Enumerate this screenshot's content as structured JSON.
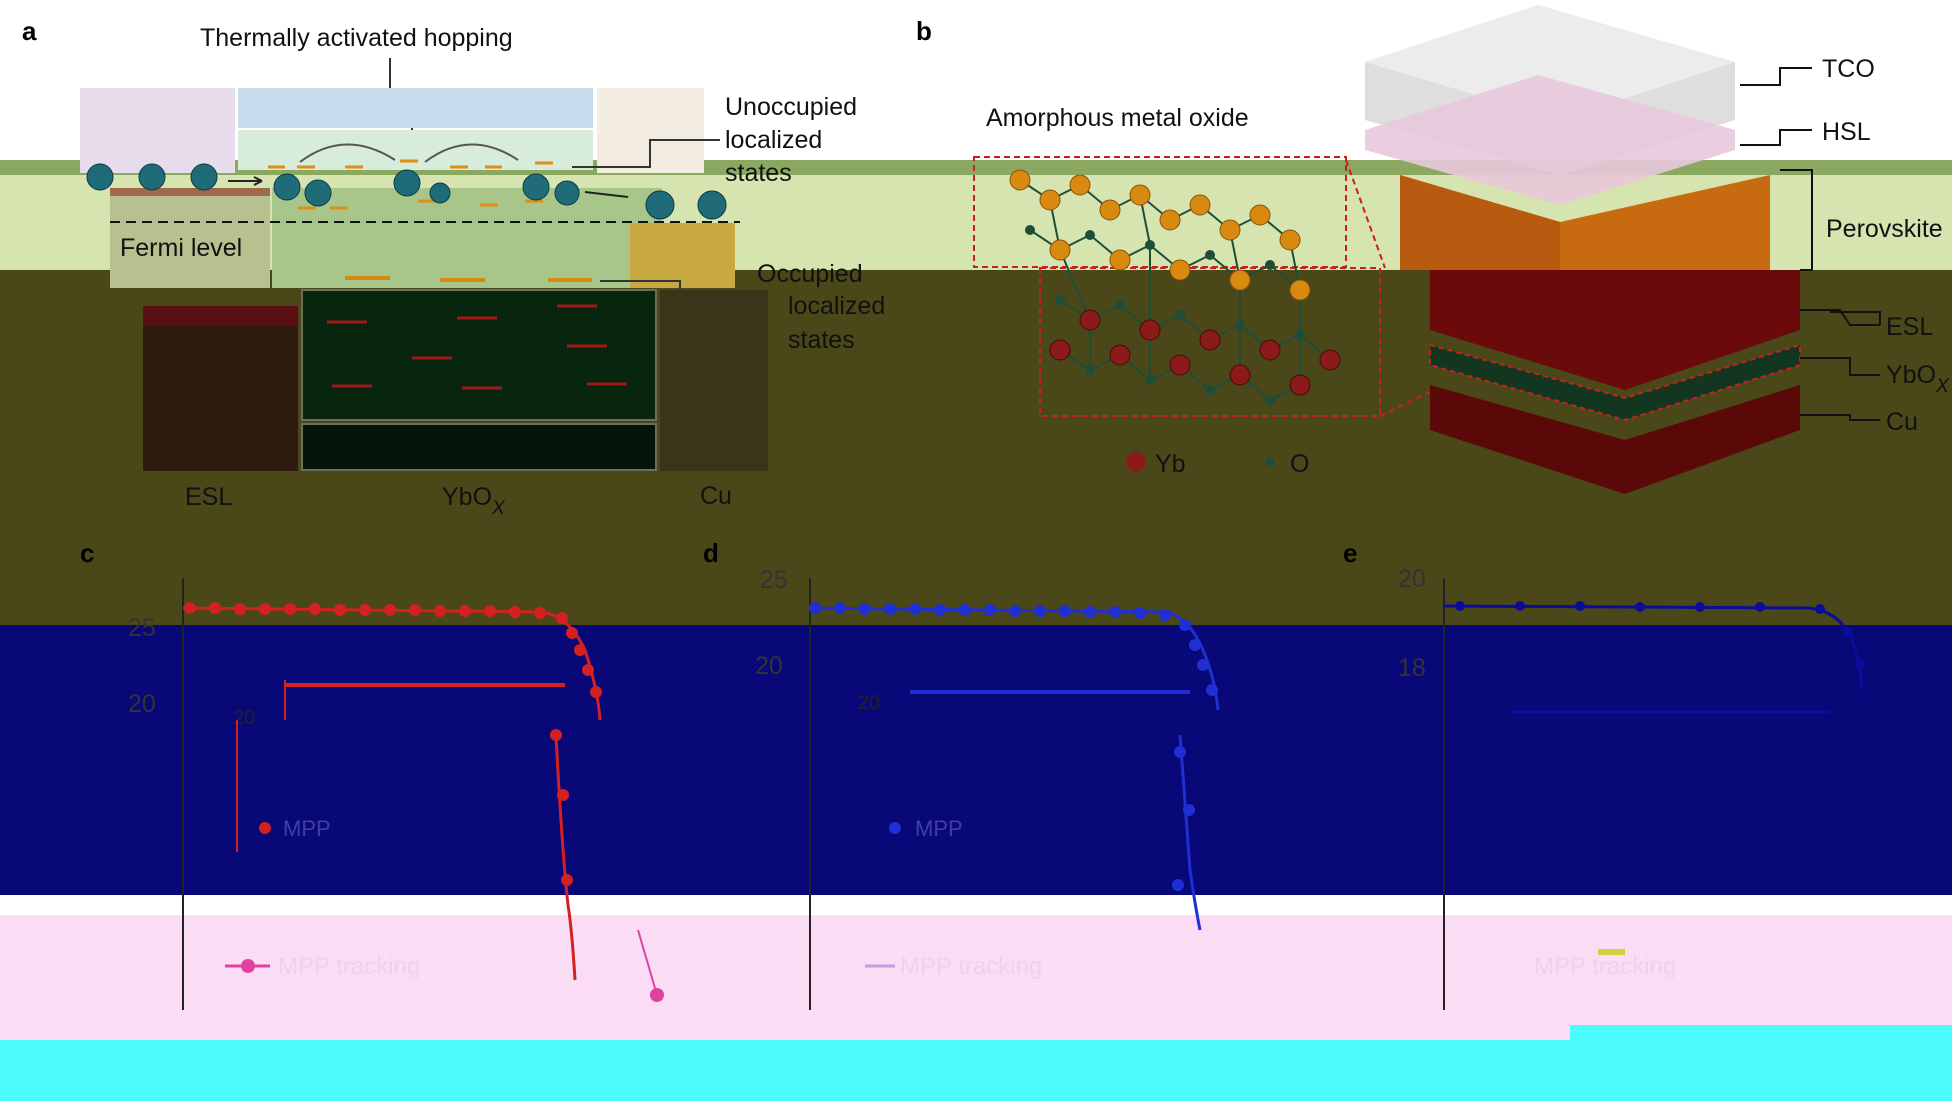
{
  "panels": {
    "a": "a",
    "b": "b",
    "c": "c",
    "d": "d",
    "e": "e"
  },
  "panel_a": {
    "hopping_label": "Thermally activated hopping",
    "unoccupied_1": "Unoccupied",
    "unoccupied_2": "localized",
    "unoccupied_3": "states",
    "occupied_1": "Occupied",
    "occupied_2": "localized",
    "occupied_3": "states",
    "fermi_level": "Fermi level",
    "layers": [
      "ESL",
      "YbO",
      "Cu"
    ],
    "ybox_subscript": "X"
  },
  "panel_b": {
    "title": "Amorphous metal oxide",
    "legend": [
      {
        "label": "Yb",
        "color": "#8b1a1a"
      },
      {
        "label": "O",
        "color": "#1e4d3a"
      }
    ],
    "stack_labels": [
      "TCO",
      "HSL",
      "Perovskite",
      "ESL",
      "YbO",
      "Cu"
    ],
    "ybox_subscript": "X"
  },
  "chart_data": [
    {
      "type": "line",
      "panel": "c",
      "yticks": [
        "25",
        "20"
      ],
      "inset_tick": "20",
      "inset_legend": "MPP",
      "legend": "MPP tracking",
      "color": "#d42020"
    },
    {
      "type": "line",
      "panel": "d",
      "yticks": [
        "25",
        "20"
      ],
      "inset_tick": "20",
      "inset_legend": "MPP",
      "legend": "MPP tracking",
      "color": "#1f2fd4"
    },
    {
      "type": "line",
      "panel": "e",
      "yticks": [
        "20",
        "18"
      ],
      "legend": "MPP tracking",
      "color": "#1f2fd4"
    }
  ],
  "colors": {
    "band_green": "#8aa860",
    "pale_green": "#d6e4b0",
    "olive": "#4a4818",
    "navy": "#080878",
    "pink": "#fbdcf5",
    "cyan": "#4cfcfc",
    "ybo_red": "#8b1a1a",
    "o_green": "#1e4d3a",
    "orange": "#d88a10"
  }
}
